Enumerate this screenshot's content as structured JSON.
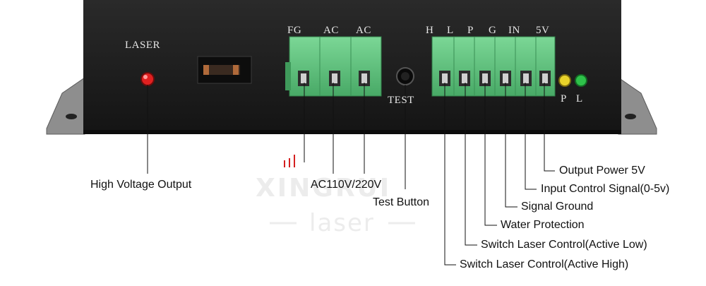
{
  "panel": {
    "laser_label": "LASER",
    "left_terminal_labels": [
      "FG",
      "AC",
      "AC"
    ],
    "test_label": "TEST",
    "right_terminal_labels": [
      "H",
      "L",
      "P",
      "G",
      "IN",
      "5V"
    ],
    "led_labels": [
      "P",
      "L"
    ]
  },
  "callouts": {
    "high_voltage": "High Voltage Output",
    "ac_input": "AC110V/220V",
    "test_button": "Test Button",
    "output_power": "Output Power 5V",
    "input_control": "Input Control Signal(0-5v)",
    "signal_ground": "Signal Ground",
    "water_protection": "Water Protection",
    "switch_low": "Switch Laser Control(Active Low)",
    "switch_high": "Switch Laser Control(Active High)"
  },
  "watermark": {
    "brand": "XINGRUI",
    "sub": "laser"
  },
  "colors": {
    "case": "#1b1b1b",
    "terminal_green": "#5cc27a",
    "laser_led": "#e02020",
    "p_led": "#e8d22a",
    "l_led": "#2ec24a"
  }
}
